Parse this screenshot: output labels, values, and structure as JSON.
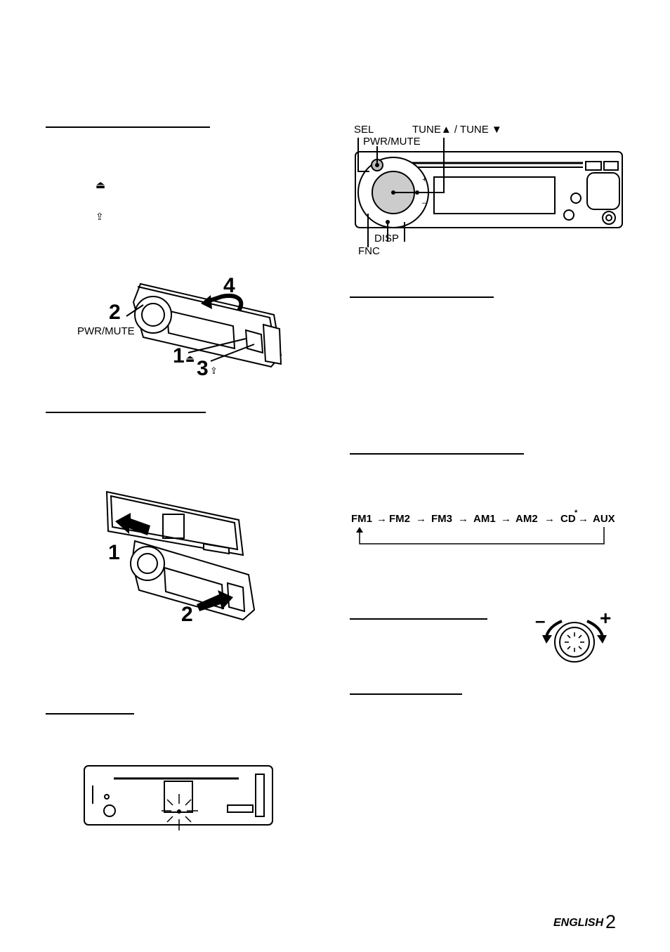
{
  "left_col": {
    "eject_symbol": "⏏",
    "release_symbol": "⇪",
    "fig_detach": {
      "step1": "1",
      "step2": "2",
      "step3": "3",
      "step4": "4",
      "pwr_mute": "PWR/MUTE"
    },
    "fig_attach": {
      "step1": "1",
      "step2": "2"
    }
  },
  "right_col": {
    "panel_labels": {
      "sel": "SEL",
      "tune": "TUNE▲ / TUNE ▼",
      "pwr_mute": "PWR/MUTE",
      "disp": "DISP",
      "fnc": "FNC",
      "plus": "+",
      "minus": "–"
    },
    "source_sequence": [
      "FM1",
      "FM2",
      "FM3",
      "AM1",
      "AM2",
      "CD",
      "AUX"
    ],
    "cd_asterisk": "*",
    "volume": {
      "minus": "–",
      "plus": "+"
    }
  },
  "footer": {
    "language": "ENGLISH",
    "page_number": "2"
  }
}
